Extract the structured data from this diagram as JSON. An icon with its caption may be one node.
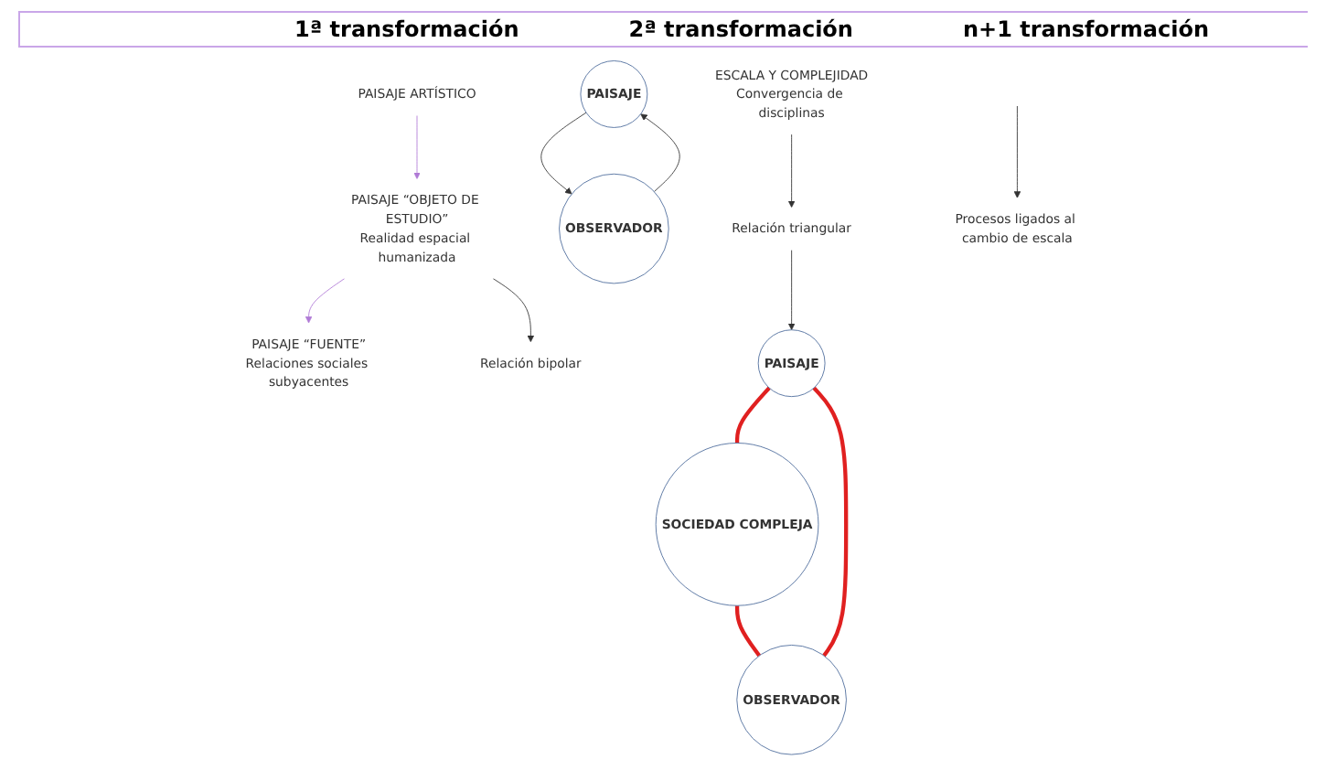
{
  "diagram": {
    "nodes": [
      {
        "text": [
          "PAISAJE ARTÍSTICO"
        ]
      },
      {
        "text": [
          "PAISAJE “OBJETO DE ESTUDIO”",
          "Realidad espacial humanizada"
        ]
      },
      {
        "text": [
          "PAISAJE “FUENTE”",
          "Relaciones sociales subyacentes"
        ]
      },
      {
        "text": [
          "ESCALA Y COMPLEJIDAD",
          "Convergencia de disciplinas"
        ]
      },
      {
        "text": [
          "Relación bipolar"
        ]
      },
      {
        "text": [
          "PAISAJE"
        ]
      },
      {
        "text": [
          "OBSERVADOR"
        ]
      },
      {
        "text": [
          "Relación triangular"
        ]
      },
      {
        "text": [
          "PAISAJE"
        ]
      },
      {
        "text": [
          "SOCIEDAD COMPLEJA"
        ]
      },
      {
        "text": [
          "OBSERVADOR"
        ]
      },
      {
        "text": [
          "Procesos ligados al cambio de escala"
        ]
      }
    ],
    "edges": [
      {
        "from": 0,
        "to": 1,
        "arrow": "to",
        "color": "#b07ad6"
      },
      {
        "from": 1,
        "to": 2,
        "arrow": "to",
        "color": "#b07ad6"
      },
      {
        "from": 1,
        "to": 4,
        "arrow": "to"
      },
      {
        "from": 3,
        "to": 7,
        "arrow": "to"
      },
      {
        "from": 5,
        "to": 6,
        "arrow": "to"
      },
      {
        "from": 6,
        "to": 5,
        "arrow": "to"
      },
      {
        "from": 7,
        "to": 8,
        "arrow": "to"
      },
      {
        "from": 8,
        "to": 9,
        "arrow": "none",
        "style": "thick",
        "color": "#e02020"
      },
      {
        "from": 9,
        "to": 10,
        "arrow": "none",
        "style": "thick",
        "color": "#e02020"
      },
      {
        "from": 10,
        "to": 8,
        "arrow": "none",
        "style": "thick",
        "color": "#e02020"
      },
      {
        "from": null,
        "to": 11,
        "arrow": "to"
      }
    ],
    "labels": [
      "1ª transformación",
      "2ª transformación",
      "n+1 transformación"
    ]
  }
}
